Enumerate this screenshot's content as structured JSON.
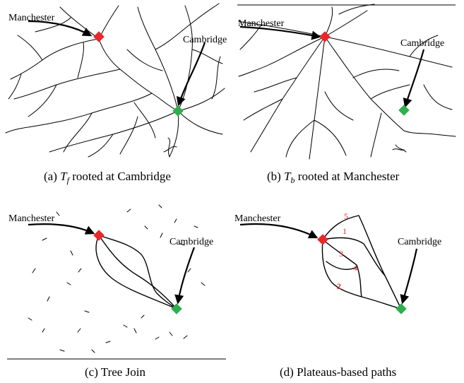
{
  "labels": {
    "manchester": "Manchester",
    "cambridge": "Cambridge"
  },
  "captions": {
    "a_prefix": "(a) ",
    "a_var": "T",
    "a_sub": "f",
    "a_suffix": " rooted at Cambridge",
    "b_prefix": "(b) ",
    "b_var": "T",
    "b_sub": "b",
    "b_suffix": " rooted at Manchester",
    "c": "(c) Tree Join",
    "d": "(d) Plateaus-based paths"
  },
  "plateau_numbers": [
    "5",
    "1",
    "3",
    "4",
    "2"
  ],
  "colors": {
    "source_marker": "#e8282a",
    "target_marker": "#2fae4e",
    "plateau_number": "#e8282a"
  }
}
